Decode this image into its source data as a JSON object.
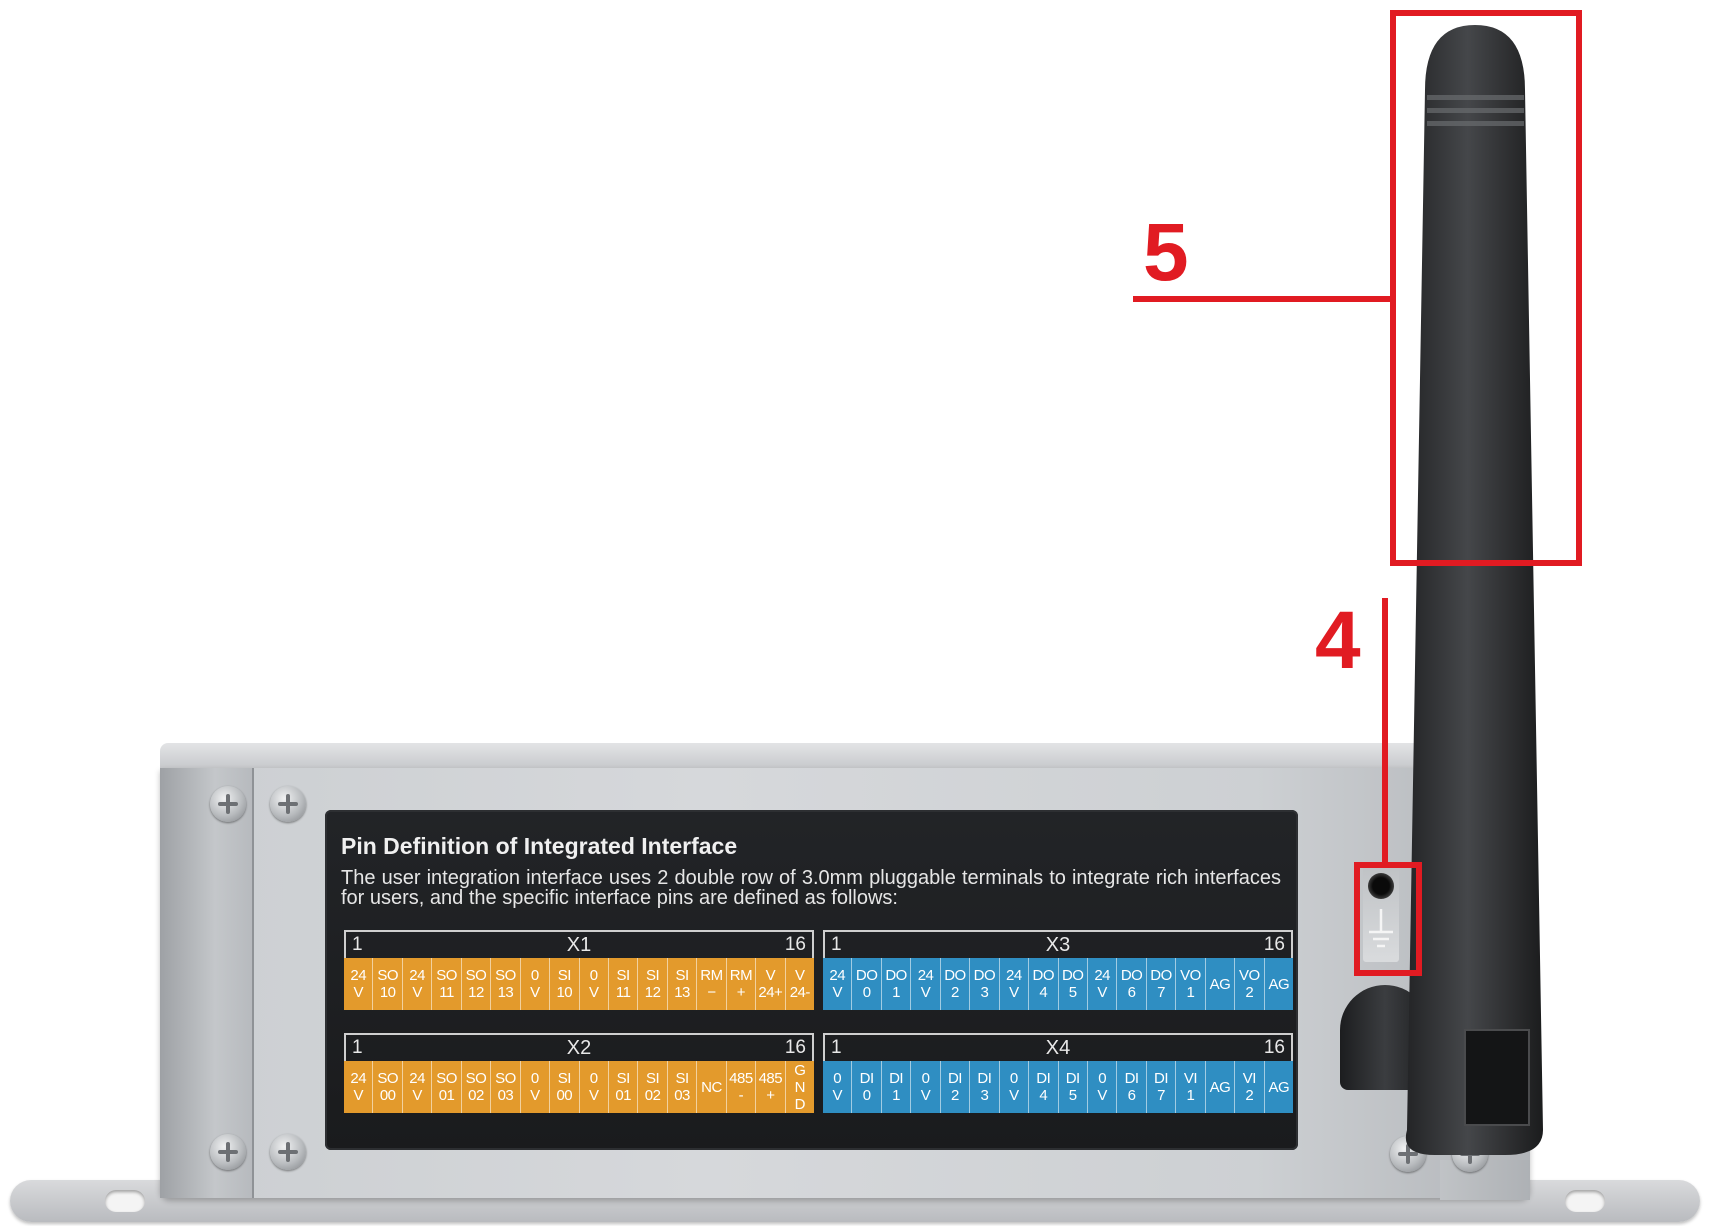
{
  "panel": {
    "title": "Pin Definition of Integrated Interface",
    "description": "The user integration interface uses 2 double row of 3.0mm pluggable terminals to integrate rich interfaces for users, and the specific interface pins are defined as follows:"
  },
  "terminals": [
    {
      "name": "X1",
      "start": "1",
      "end": "16",
      "color": "#e39a2c",
      "pins": [
        "24\nV",
        "SO\n10",
        "24\nV",
        "SO\n11",
        "SO\n12",
        "SO\n13",
        "0\nV",
        "SI\n10",
        "0\nV",
        "SI\n11",
        "SI\n12",
        "SI\n13",
        "RM\n−",
        "RM\n+",
        "V\n24+",
        "V\n24-"
      ]
    },
    {
      "name": "X3",
      "start": "1",
      "end": "16",
      "color": "#2f8ec2",
      "pins": [
        "24\nV",
        "DO\n0",
        "DO\n1",
        "24\nV",
        "DO\n2",
        "DO\n3",
        "24\nV",
        "DO\n4",
        "DO\n5",
        "24\nV",
        "DO\n6",
        "DO\n7",
        "VO\n1",
        "AG",
        "VO\n2",
        "AG"
      ]
    },
    {
      "name": "X2",
      "start": "1",
      "end": "16",
      "color": "#e39a2c",
      "pins": [
        "24\nV",
        "SO\n00",
        "24\nV",
        "SO\n01",
        "SO\n02",
        "SO\n03",
        "0\nV",
        "SI\n00",
        "0\nV",
        "SI\n01",
        "SI\n02",
        "SI\n03",
        "NC",
        "485\n-",
        "485\n+",
        "G\nN\nD"
      ]
    },
    {
      "name": "X4",
      "start": "1",
      "end": "16",
      "color": "#2f8ec2",
      "pins": [
        "0\nV",
        "DI\n0",
        "DI\n1",
        "0\nV",
        "DI\n2",
        "DI\n3",
        "0\nV",
        "DI\n4",
        "DI\n5",
        "0\nV",
        "DI\n6",
        "DI\n7",
        "VI\n1",
        "AG",
        "VI\n2",
        "AG"
      ]
    }
  ],
  "callouts": {
    "antenna": "5",
    "ground": "4"
  },
  "colors": {
    "annotation_red": "#e11b22",
    "panel_black": "#1a1b1d",
    "pin_orange": "#e39a2c",
    "pin_blue": "#2f8ec2"
  },
  "icons": [
    "ground-symbol-icon",
    "screw-icon"
  ]
}
